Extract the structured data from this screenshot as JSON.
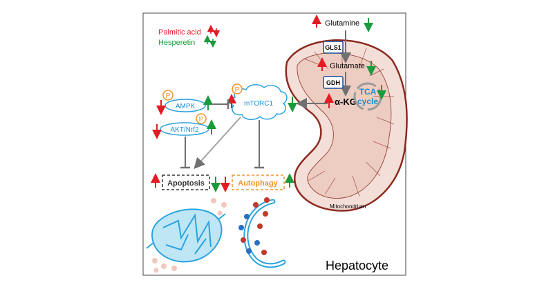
{
  "legend": {
    "palmitic_acid": "Palmitic acid",
    "hesperetin": "Hesperetin",
    "palmitic_color": "#e31b23",
    "hesperetin_color": "#1a9a3c"
  },
  "nodes": {
    "glutamine": "Glutamine",
    "gls1": "GLS1",
    "glutamate": "Glutamate",
    "gdh": "GDH",
    "akg": "α-KG",
    "tca": "TCA",
    "cycle": "cycle",
    "mtorc1": "mTORC1",
    "ampk": "AMPK",
    "akt_nrf2": "AKT/Nrf2",
    "phospho": "P",
    "apoptosis": "Apoptosis",
    "autophagy": "Autophagy",
    "mitochondrion": "Mitochondrium",
    "cell": "Hepatocyte"
  },
  "colors": {
    "red": "#e31b23",
    "green": "#1a9a3c",
    "blue": "#1f8bd1",
    "orange": "#f0932b",
    "mito_fill": "#f4ded8",
    "mito_stroke": "#8b2a1e",
    "mito_inner": "#e7c2b6",
    "gray": "#808080"
  }
}
